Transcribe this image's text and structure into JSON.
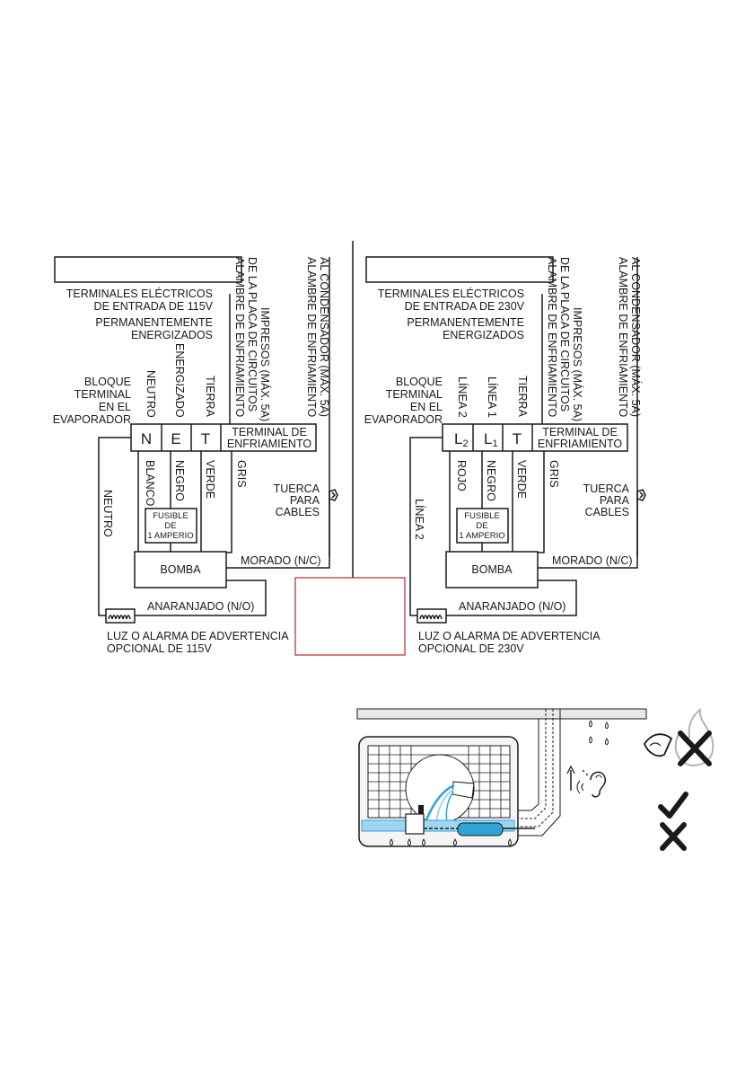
{
  "left": {
    "terminals_title_line1": "TERMINALES ELÉCTRICOS",
    "terminals_title_line2": "DE ENTRADA DE 115V",
    "energized_line1": "PERMANENTEMENTE",
    "energized_line2": "ENERGIZADOS",
    "block_line1": "BLOQUE",
    "block_line2": "TERMINAL",
    "block_line3": "EN EL",
    "block_line4": "EVAPORADOR",
    "col_neutral": "NEUTRO",
    "col_energized": "ENERGIZADO",
    "col_ground": "TIERRA",
    "board_wire_line1": "ALAMBRE DE ENFRIAMIENTO",
    "board_wire_line2": "DE LA PLACA DE CIRCUITOS",
    "board_wire_line3": "IMPRESOS (MÁX. 5A)",
    "cond_wire_line1": "ALAMBRE DE ENFRIAMIENTO",
    "cond_wire_line2": "AL CONDENSADOR (MÁX. 5A)",
    "term_n": "N",
    "term_e": "E",
    "term_t": "T",
    "cooling_line1": "TERMINAL DE",
    "cooling_line2": "ENFRIAMIENTO",
    "wire_white": "BLANCO",
    "wire_black": "NEGRO",
    "wire_green": "VERDE",
    "wire_grey": "GRIS",
    "side_neutral": "NEUTRO",
    "fuse_line1": "FUSIBLE",
    "fuse_line2": "DE",
    "fuse_line3": "1 AMPERIO",
    "nut_line1": "TUERCA",
    "nut_line2": "PARA",
    "nut_line3": "CABLES",
    "pump": "BOMBA",
    "purple": "MORADO (N/C)",
    "orange": "ANARANJADO (N/O)",
    "alarm_line1": "LUZ O ALARMA DE ADVERTENCIA",
    "alarm_line2": "OPCIONAL DE 115V"
  },
  "right": {
    "terminals_title_line1": "TERMINALES ELÉCTRICOS",
    "terminals_title_line2": "DE ENTRADA DE 230V",
    "energized_line1": "PERMANENTEMENTE",
    "energized_line2": "ENERGIZADOS",
    "block_line1": "BLOQUE",
    "block_line2": "TERMINAL",
    "block_line3": "EN EL",
    "block_line4": "EVAPORADOR",
    "col_line2": "LÍNEA 2",
    "col_line1": "LÍNEA 1",
    "col_ground": "TIERRA",
    "board_wire_line1": "ALAMBRE DE ENFRIAMIENTO",
    "board_wire_line2": "DE LA PLACA DE CIRCUITOS",
    "board_wire_line3": "IMPRESOS (MÁX. 5A)",
    "cond_wire_line1": "ALAMBRE DE ENFRIAMIENTO",
    "cond_wire_line2": "AL CONDENSADOR (MÁX. 5A)",
    "term_l2": "L",
    "term_l2_sub": "2",
    "term_l1": "L",
    "term_l1_sub": "1",
    "term_t": "T",
    "cooling_line1": "TERMINAL DE",
    "cooling_line2": "ENFRIAMIENTO",
    "wire_red": "ROJO",
    "wire_black": "NEGRO",
    "wire_green": "VERDE",
    "wire_grey": "GRIS",
    "side_line2": "LÍNEA 2",
    "fuse_line1": "FUSIBLE",
    "fuse_line2": "DE",
    "fuse_line3": "1 AMPERIO",
    "nut_line1": "TUERCA",
    "nut_line2": "PARA",
    "nut_line3": "CABLES",
    "pump": "BOMBA",
    "purple": "MORADO (N/C)",
    "orange": "ANARANJADO (N/O)",
    "alarm_line1": "LUZ O ALARMA DE ADVERTENCIA",
    "alarm_line2": "OPCIONAL DE 230V"
  },
  "colors": {
    "line": "#1a1a1a",
    "water": "#2fa3d8",
    "water_light": "#9fd6ef",
    "placeholder_border": "#b5292e",
    "flame": "#b3b3b3"
  }
}
